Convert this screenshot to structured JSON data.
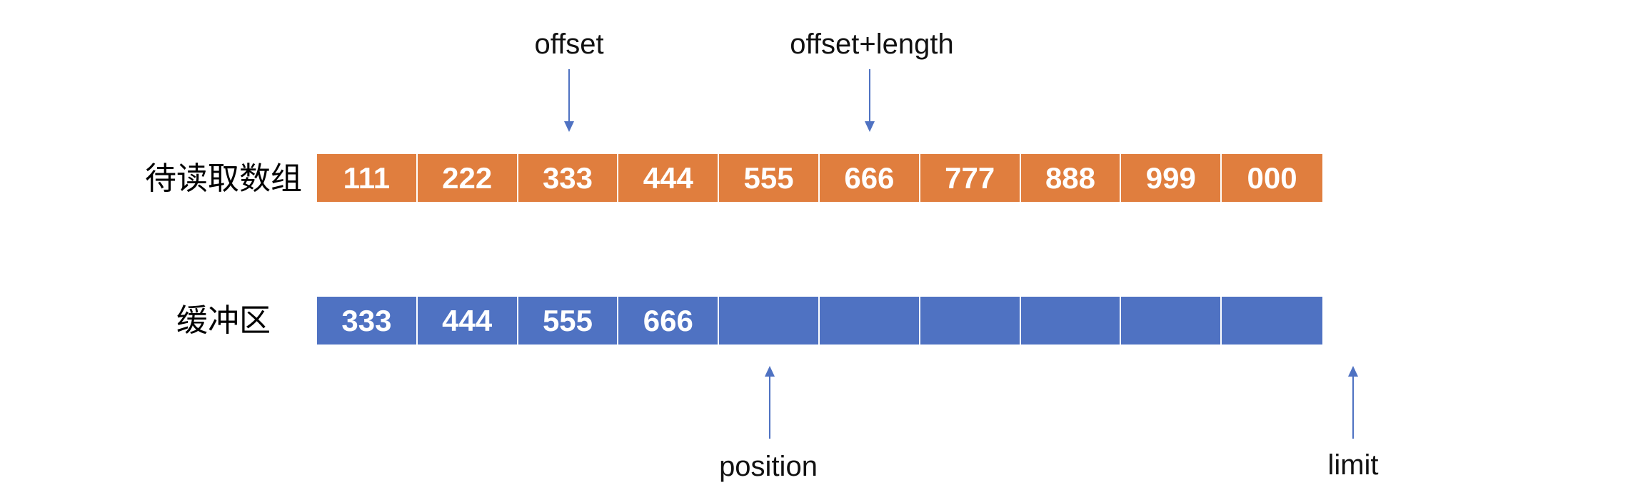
{
  "rows": {
    "source": {
      "label": "待读取数组",
      "cells": [
        "111",
        "222",
        "333",
        "444",
        "555",
        "666",
        "777",
        "888",
        "999",
        "000"
      ],
      "color": "#e07e3e"
    },
    "buffer": {
      "label": "缓冲区",
      "cells": [
        "333",
        "444",
        "555",
        "666",
        "",
        "",
        "",
        "",
        "",
        ""
      ],
      "color": "#4f72c2"
    }
  },
  "pointers": {
    "offset": "offset",
    "offset_length": "offset+length",
    "position": "position",
    "limit": "limit"
  },
  "arrow_color": "#4f72c2"
}
